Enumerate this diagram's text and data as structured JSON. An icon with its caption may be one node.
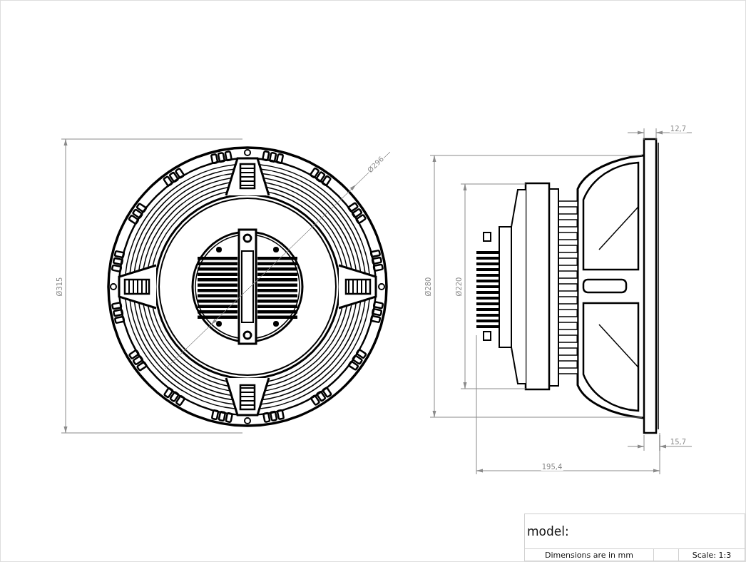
{
  "diagram": {
    "labels": [
      "12,7",
      "Ø296",
      "Ø315",
      "Ø280",
      "Ø220",
      "15,7",
      "195,4",
      "model:",
      "Dimensions are in mm",
      "Scale: 1:3"
    ]
  }
}
